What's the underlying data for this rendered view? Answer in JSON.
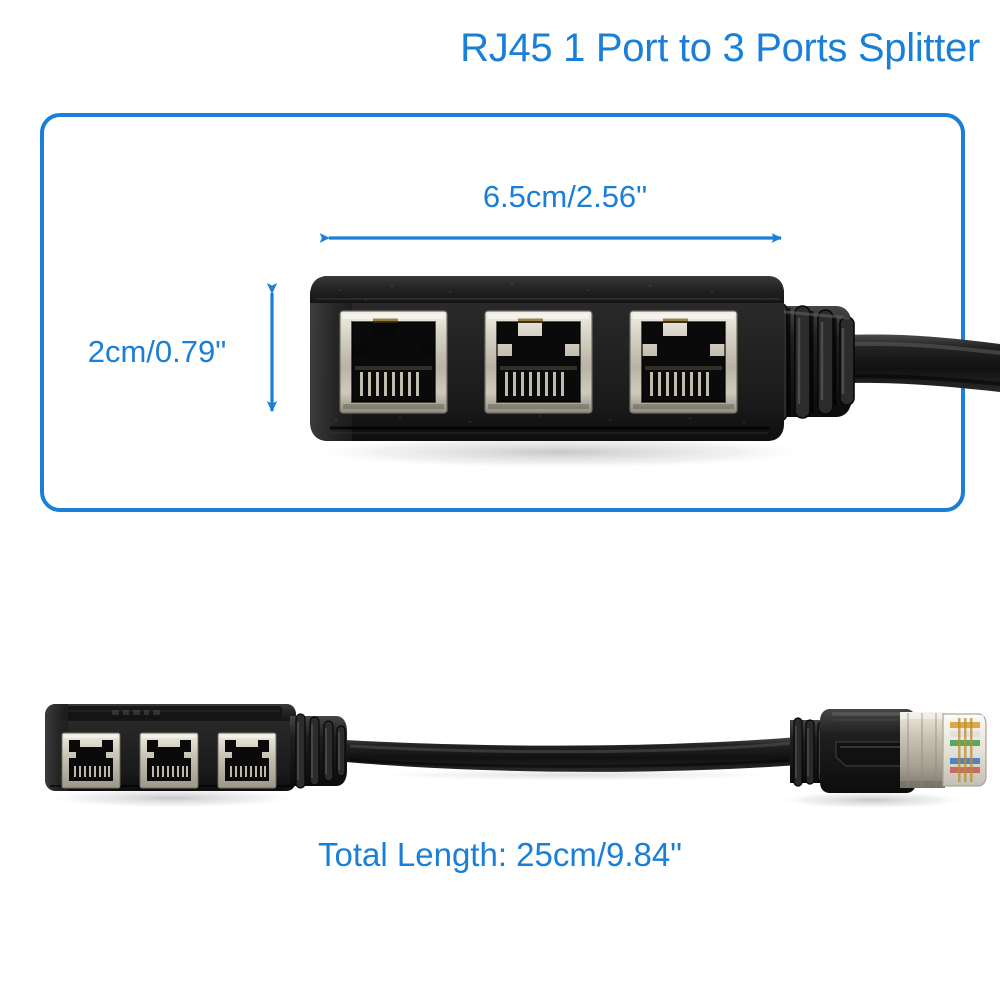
{
  "page": {
    "background": "#ffffff",
    "accent_color": "#1a7fd6",
    "product_body_color": "#1d1d1d"
  },
  "header": {
    "title": "RJ45 1 Port to 3 Ports Splitter"
  },
  "frame": {
    "name": "dimension-callout-frame",
    "border_color": "#1a7fd6"
  },
  "dimensions": {
    "width_label": "6.5cm/2.56\"",
    "height_label": "2cm/0.79\"",
    "arrow_color": "#1a7fd6"
  },
  "footer": {
    "total_length_label": "Total Length: 25cm/9.84\""
  },
  "product": {
    "top_view": {
      "name": "rj45-splitter-closeup",
      "port_count": 3,
      "ports": [
        "rj45-port-1",
        "rj45-port-2",
        "rj45-port-3"
      ],
      "has_strain_relief": true,
      "has_cable": true
    },
    "bottom_view": {
      "name": "rj45-splitter-full-cable",
      "port_count": 3,
      "ports": [
        "rj45-port-1",
        "rj45-port-2",
        "rj45-port-3"
      ],
      "has_male_plug": true,
      "plug_name": "rj45-male-plug"
    }
  }
}
